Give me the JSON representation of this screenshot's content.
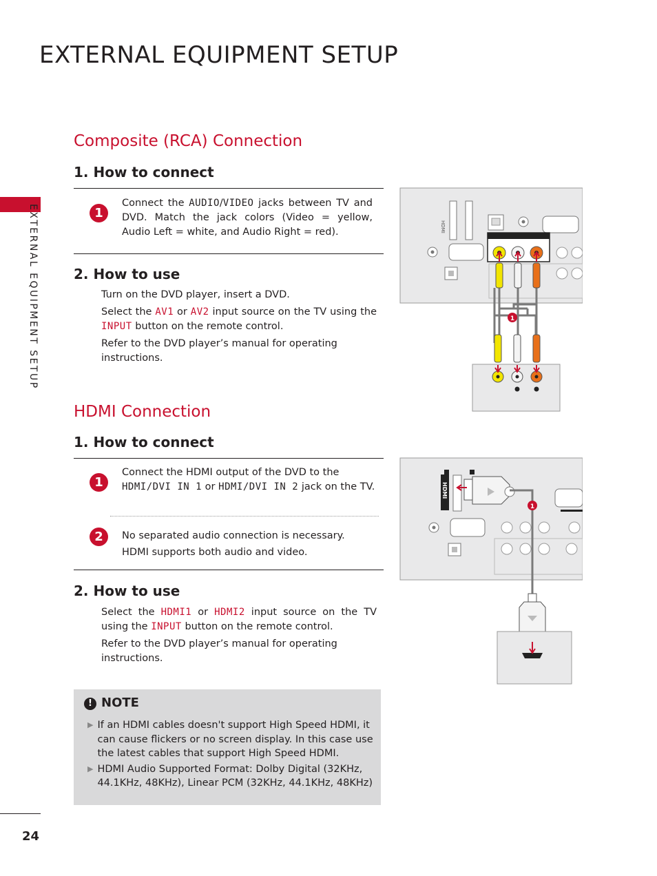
{
  "page": {
    "title": "EXTERNAL EQUIPMENT SETUP",
    "side_label": "EXTERNAL EQUIPMENT SETUP",
    "page_number": "24"
  },
  "composite": {
    "title": "Composite (RCA) Connection",
    "how_to_connect": "1. How to connect",
    "step1_number": "1",
    "step1_pre": "Connect the ",
    "step1_audio": "AUDIO",
    "step1_slash": "/",
    "step1_video": "VIDEO",
    "step1_post": " jacks between TV and DVD. Match the jack colors (Video = yellow, Audio Left = white, and Audio Right = red).",
    "how_to_use": "2. How to use",
    "use_line1": "Turn on the DVD player, insert a DVD.",
    "use_line2_pre": "Select the ",
    "use_av1": "AV1",
    "use_or": " or ",
    "use_av2": "AV2",
    "use_line2_post": " input source on the TV using the ",
    "use_input": "INPUT",
    "use_line2_end": " button on the remote control.",
    "use_line3": "Refer to the DVD player’s manual for operating instructions."
  },
  "hdmi": {
    "title": "HDMI Connection",
    "how_to_connect": "1. How to connect",
    "step1_number": "1",
    "step1_pre": "Connect the HDMI output of the DVD to the ",
    "step1_in1": "HDMI/DVI IN 1",
    "step1_or": " or ",
    "step1_in2": "HDMI/DVI IN 2",
    "step1_post": " jack on the TV.",
    "step2_number": "2",
    "step2_line1": "No separated audio connection is necessary.",
    "step2_line2": "HDMI supports both audio and video.",
    "how_to_use": "2. How to use",
    "use_pre": "Select the ",
    "use_hdmi1": "HDMI1",
    "use_or": " or ",
    "use_hdmi2": "HDMI2",
    "use_mid": " input source on the TV using the ",
    "use_input": "INPUT",
    "use_end": " button on the remote control.",
    "use_line2": "Refer to the DVD player’s manual for operating instructions."
  },
  "note": {
    "label": "NOTE",
    "icon": "!",
    "items": [
      "If an HDMI cables doesn't support High Speed HDMI, it can cause flickers or no screen display. In this case use the latest cables that support High Speed HDMI.",
      "HDMI Audio Supported Format: Dolby Digital (32KHz, 44.1KHz, 48KHz), Linear PCM (32KHz, 44.1KHz, 48KHz)"
    ]
  },
  "diagram": {
    "callout": "1",
    "hdmi_port_label": "HDMI",
    "colors": {
      "accent": "#c8102e",
      "yellow": "#f2e500",
      "white": "#f4f4f4",
      "red": "#e8701a",
      "panel": "#e9e9ea",
      "cable": "#7a7a7a"
    }
  }
}
